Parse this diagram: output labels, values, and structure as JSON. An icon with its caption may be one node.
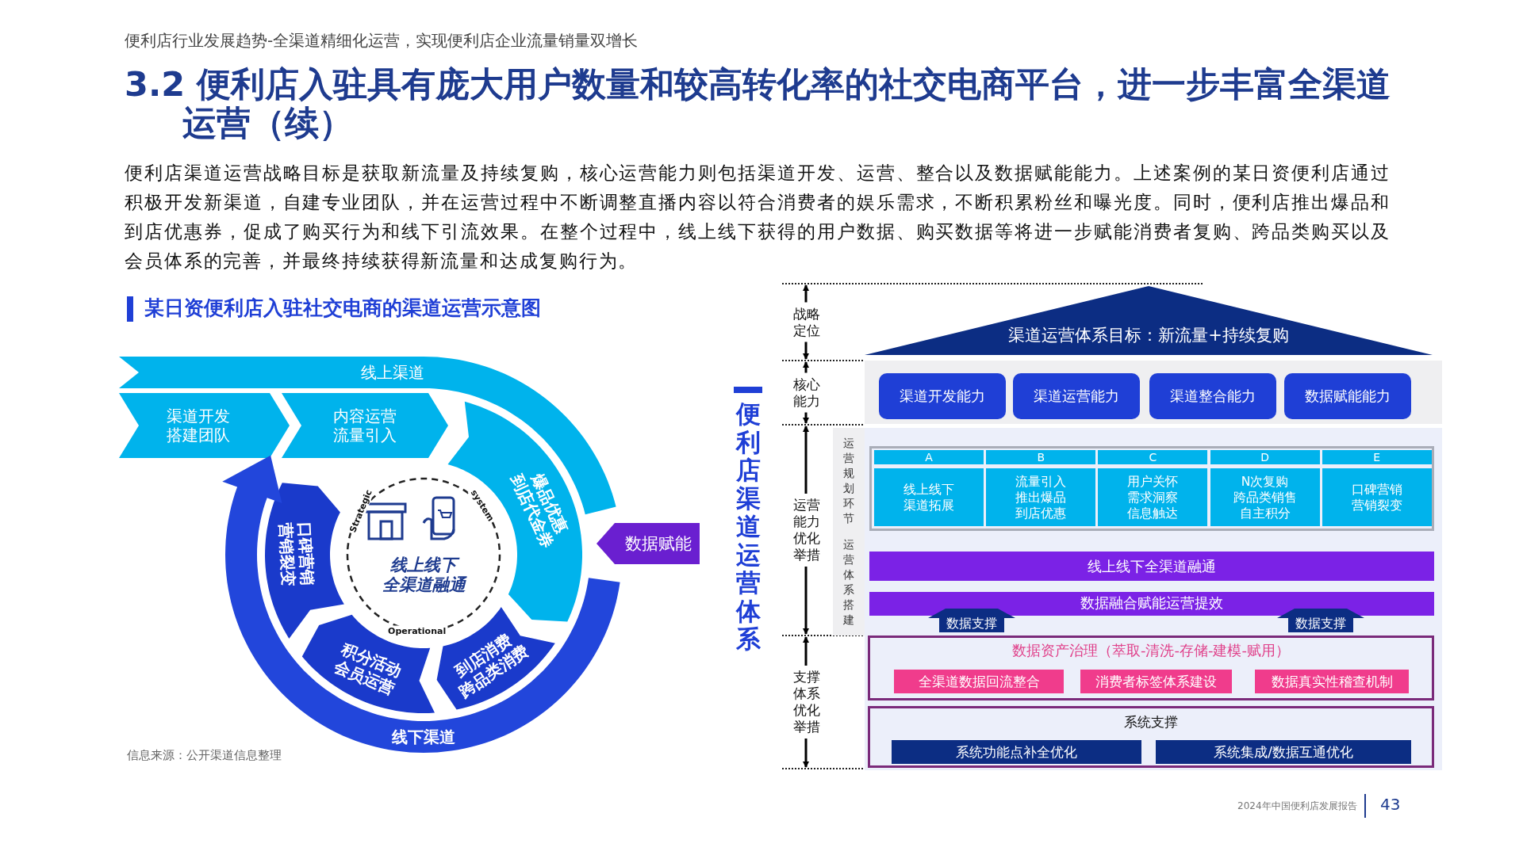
{
  "diagram": {
    "title": "3.2 便利店入驻具有庞大用户数量和较高转化率的社交电商平台，进一步丰富全渠道运营（续）",
    "nodes": [
      {
        "text": [
          "线上渠道"
        ]
      },
      {
        "text": [
          "渠道开发",
          "搭建团队"
        ]
      },
      {
        "text": [
          "内容运营",
          "流量引入"
        ]
      },
      {
        "text": [
          "爆品优惠",
          "到店代金券"
        ]
      },
      {
        "text": [
          "到店消费",
          "跨品类消费"
        ]
      },
      {
        "text": [
          "积分活动",
          "会员运营"
        ]
      },
      {
        "text": [
          "口碑营销",
          "营销裂变"
        ]
      },
      {
        "text": [
          "Strategic",
          "system",
          "线上线下",
          "全渠道融通",
          "Operational"
        ]
      },
      {
        "text": [
          "线下渠道"
        ]
      },
      {
        "text": [
          "数据赋能"
        ]
      },
      {
        "text": [
          "渠道运营体系目标：新流量+持续复购"
        ]
      },
      {
        "text": [
          "渠道开发能力"
        ]
      },
      {
        "text": [
          "渠道运营能力"
        ]
      },
      {
        "text": [
          "渠道整合能力"
        ]
      },
      {
        "text": [
          "数据赋能能力"
        ]
      },
      {
        "text": [
          "A",
          "线上线下",
          "渠道拓展"
        ]
      },
      {
        "text": [
          "B",
          "流量引入",
          "推出爆品",
          "到店优惠"
        ]
      },
      {
        "text": [
          "C",
          "用户关怀",
          "需求洞察",
          "信息触达"
        ]
      },
      {
        "text": [
          "D",
          "N次复购",
          "跨品类销售",
          "自主积分"
        ]
      },
      {
        "text": [
          "E",
          "口碑营销",
          "营销裂变"
        ]
      },
      {
        "text": [
          "线上线下全渠道融通"
        ]
      },
      {
        "text": [
          "数据融合赋能运营提效"
        ]
      },
      {
        "text": [
          "数据支撑"
        ]
      },
      {
        "text": [
          "数据支撑"
        ]
      },
      {
        "text": [
          "数据资产治理（萃取-清洗-存储-建模-赋用）"
        ]
      },
      {
        "text": [
          "全渠道数据回流整合"
        ],
        "in": 24
      },
      {
        "text": [
          "消费者标签体系建设"
        ],
        "in": 24
      },
      {
        "text": [
          "数据真实性稽查机制"
        ],
        "in": 24
      },
      {
        "text": [
          "系统支撑"
        ]
      },
      {
        "text": [
          "系统功能点补全优化"
        ],
        "in": 28
      },
      {
        "text": [
          "系统集成/数据互通优化"
        ],
        "in": 28
      }
    ],
    "labels": [
      "便利店行业发展趋势-全渠道精细化运营，实现便利店企业流量销量双增长",
      "便利店渠道运营战略目标是获取新流量及持续复购，核心运营能力则包括渠道开发、运营、整合以及数据赋能能力。上述案例的某日资便利店通过积极开发新渠道，自建专业团队，并在运营过程中不断调整直播内容以符合消费者的娱乐需求，不断积累粉丝和曝光度。同时，便利店推出爆品和到店优惠券，促成了购买行为和线下引流效果。在整个过程中，线上线下获得的用户数据、购买数据等将进一步赋能消费者复购、跨品类购买以及会员体系的完善，并最终持续获得新流量和达成复购行为。",
      "某日资便利店入驻社交电商的渠道运营示意图",
      "战略定位",
      "核心能力",
      "便利店渠道运营体系",
      "运营规划环节",
      "运营能力优化举措",
      "运营体系搭建",
      "支撑体系优化举措",
      "信息来源：公开渠道信息整理",
      "2024年中国便利店发展报告",
      "43"
    ]
  }
}
